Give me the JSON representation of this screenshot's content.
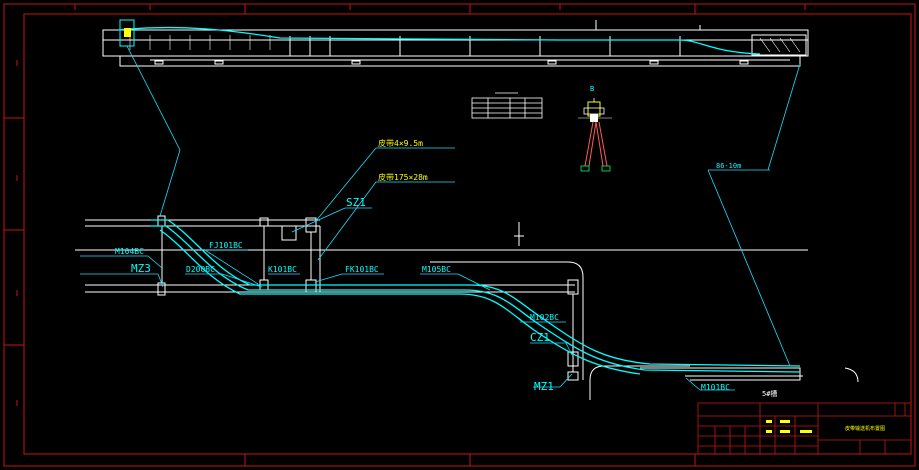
{
  "colors": {
    "background": "#000000",
    "frame": "#c81414",
    "conveyor": "#00ffff",
    "structure": "#ffffff",
    "leader": "#18e0ff",
    "label": "#00ffff",
    "note": "#ffff00",
    "support": "#ff5a5a"
  },
  "labels": {
    "spec_upper": "皮带4×9.5m",
    "spec_lower": "皮带175×28m",
    "sz1": "SZ1",
    "m104bc": "M104BC",
    "mz3": "MZ3",
    "fj101bc": "FJ101BC",
    "d200bc": "D200BC",
    "k101bc": "K101BC",
    "fk101bc": "FK101BC",
    "m105bc": "M105BC",
    "m102bc": "M102BC",
    "cz1": "CZ1",
    "mz1": "MZ1",
    "m101bc": "M101BC",
    "dim_right": "86-10m",
    "base_label": "5#槽",
    "section_mark": "B",
    "title_block_name": "皮带输送机布置图"
  }
}
